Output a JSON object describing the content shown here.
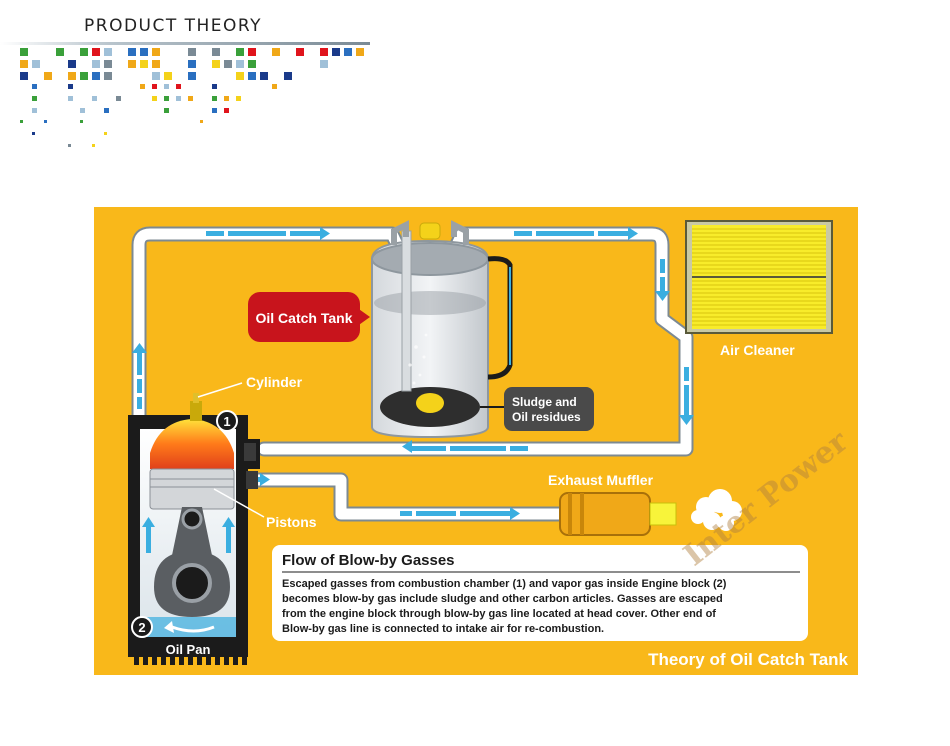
{
  "header": {
    "title": "PRODUCT THEORY"
  },
  "diagram": {
    "labels": {
      "oil_catch_tank": "Oil Catch Tank",
      "air_cleaner": "Air Cleaner",
      "cylinder": "Cylinder",
      "sludge_line1": "Sludge and",
      "sludge_line2": "Oil residues",
      "exhaust_muffler": "Exhaust Muffler",
      "pistons": "Pistons",
      "oil_pan": "Oil Pan",
      "marker_1": "1",
      "marker_2": "2"
    },
    "info_box": {
      "title": "Flow of Blow-by Gasses",
      "lines": [
        "Escaped gasses from combustion chamber (1) and vapor gas inside Engine block (2)",
        "becomes blow-by gas include sludge and other carbon articles.  Gasses are escaped",
        "from the engine block through blow-by gas line located at head cover.  Other end of",
        "Blow-by gas line is connected to intake air for re-combustion."
      ]
    },
    "footer_title": "Theory of Oil Catch Tank",
    "watermark": "Inter Power",
    "colors": {
      "background": "#f9b81a",
      "pipe": "#ffffff",
      "flow_arrow": "#3aaee0",
      "tank_label_bg": "#c8141c",
      "engine_body": "#1b1b1b",
      "air_filter": "#f8ec2a",
      "muffler": "#f0a818"
    }
  }
}
